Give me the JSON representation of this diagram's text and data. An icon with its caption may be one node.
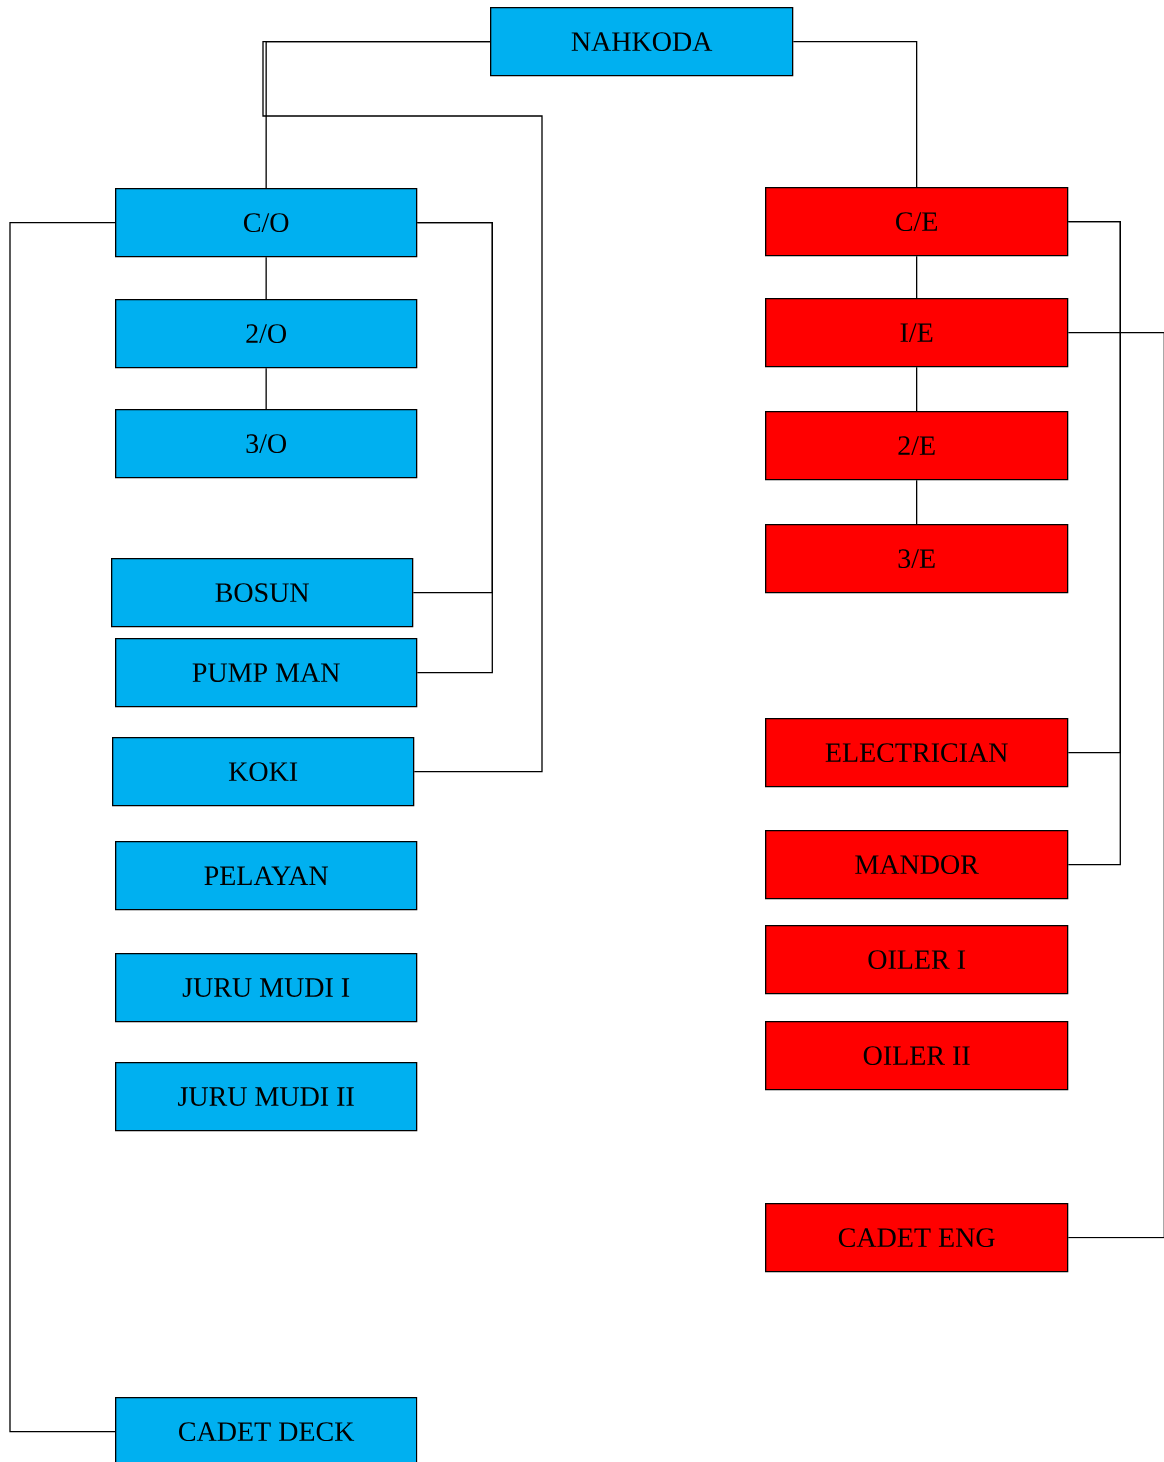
{
  "diagram": {
    "nodes": [
      {
        "text": [
          "NAHKODA"
        ]
      },
      {
        "text": [
          "C/O"
        ]
      },
      {
        "text": [
          "2/O"
        ]
      },
      {
        "text": [
          "3/O"
        ]
      },
      {
        "text": [
          "BOSUN"
        ]
      },
      {
        "text": [
          "PUMP MAN"
        ]
      },
      {
        "text": [
          "KOKI"
        ]
      },
      {
        "text": [
          "PELAYAN"
        ]
      },
      {
        "text": [
          "JURU MUDI I"
        ]
      },
      {
        "text": [
          "JURU MUDI II"
        ]
      },
      {
        "text": [
          "CADET DECK"
        ]
      },
      {
        "text": [
          "C/E"
        ]
      },
      {
        "text": [
          "I/E"
        ]
      },
      {
        "text": [
          "2/E"
        ]
      },
      {
        "text": [
          "3/E"
        ]
      },
      {
        "text": [
          "ELECTRICIAN"
        ]
      },
      {
        "text": [
          "MANDOR"
        ]
      },
      {
        "text": [
          "OILER I"
        ]
      },
      {
        "text": [
          "OILER II"
        ]
      },
      {
        "text": [
          "CADET ENG"
        ]
      }
    ],
    "edges": [
      {
        "from": 0,
        "to": 1,
        "arrow": "none"
      },
      {
        "from": 0,
        "to": 6,
        "arrow": "none"
      },
      {
        "from": 0,
        "to": 11,
        "arrow": "none"
      },
      {
        "from": 1,
        "to": 2,
        "arrow": "none"
      },
      {
        "from": 2,
        "to": 3,
        "arrow": "none"
      },
      {
        "from": 1,
        "to": 4,
        "arrow": "none"
      },
      {
        "from": 1,
        "to": 5,
        "arrow": "none"
      },
      {
        "from": 1,
        "to": 10,
        "arrow": "none"
      },
      {
        "from": 11,
        "to": 12,
        "arrow": "none"
      },
      {
        "from": 12,
        "to": 13,
        "arrow": "none"
      },
      {
        "from": 13,
        "to": 14,
        "arrow": "none"
      },
      {
        "from": 11,
        "to": 15,
        "arrow": "none"
      },
      {
        "from": 11,
        "to": 16,
        "arrow": "none"
      },
      {
        "from": 12,
        "to": 19,
        "arrow": "none"
      }
    ]
  }
}
